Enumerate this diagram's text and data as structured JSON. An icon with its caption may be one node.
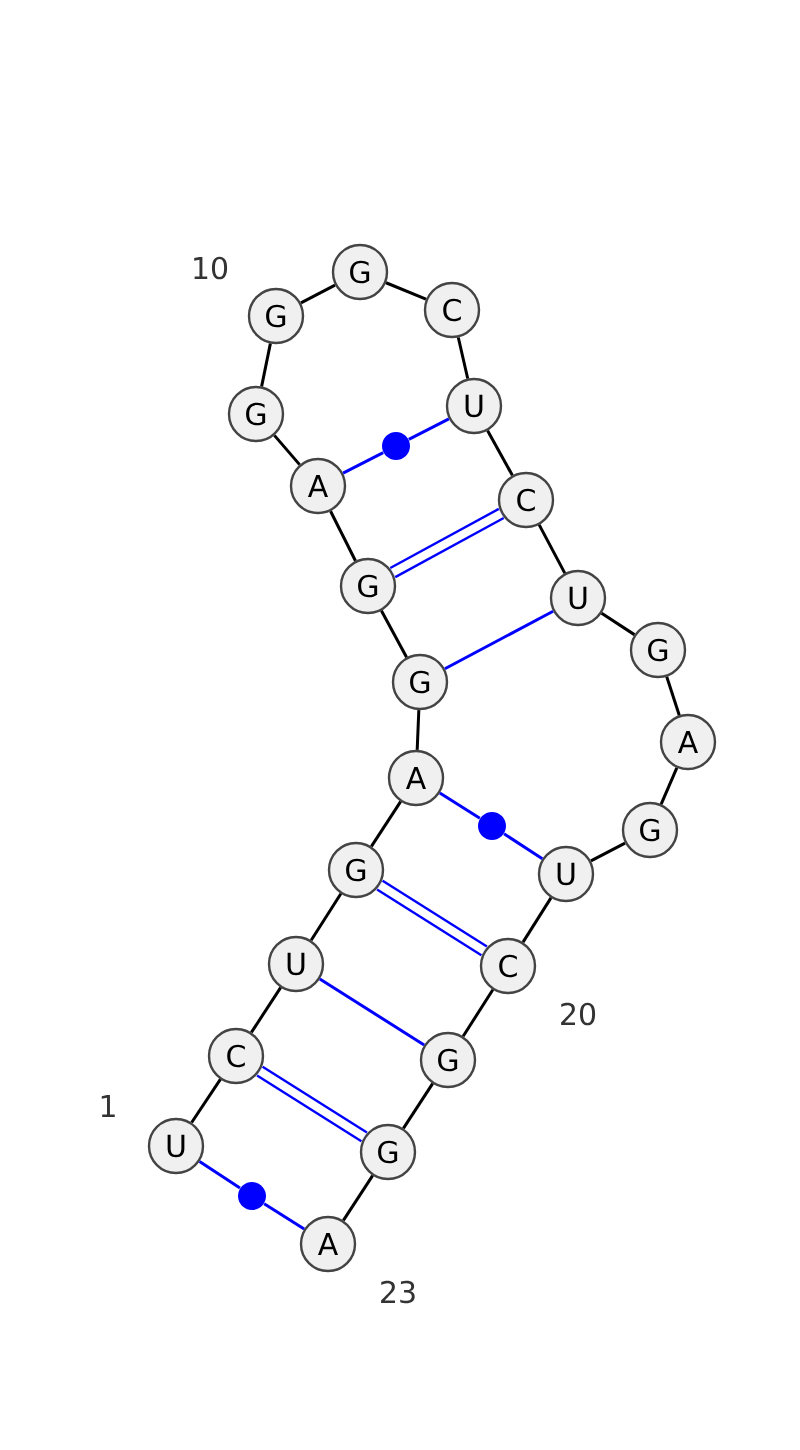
{
  "diagram": {
    "nodes": [
      {
        "text": [
          "U"
        ],
        "beside": [
          "1"
        ]
      },
      {
        "text": [
          "C"
        ]
      },
      {
        "text": [
          "U"
        ]
      },
      {
        "text": [
          "G"
        ]
      },
      {
        "text": [
          "A"
        ]
      },
      {
        "text": [
          "G"
        ]
      },
      {
        "text": [
          "G"
        ]
      },
      {
        "text": [
          "A"
        ]
      },
      {
        "text": [
          "G"
        ]
      },
      {
        "text": [
          "G"
        ],
        "beside": [
          "10"
        ]
      },
      {
        "text": [
          "G"
        ]
      },
      {
        "text": [
          "C"
        ]
      },
      {
        "text": [
          "U"
        ]
      },
      {
        "text": [
          "C"
        ]
      },
      {
        "text": [
          "U"
        ]
      },
      {
        "text": [
          "G"
        ]
      },
      {
        "text": [
          "A"
        ]
      },
      {
        "text": [
          "G"
        ]
      },
      {
        "text": [
          "U"
        ]
      },
      {
        "text": [
          "C"
        ],
        "beside": [
          "20"
        ]
      },
      {
        "text": [
          "G"
        ]
      },
      {
        "text": [
          "G"
        ]
      },
      {
        "text": [
          "A"
        ],
        "beside": [
          "23"
        ]
      },
      {
        "text": [],
        "shape": "circle"
      },
      {
        "text": [],
        "shape": "circle"
      },
      {
        "text": [],
        "shape": "circle"
      }
    ],
    "edges": [
      {
        "from": 0,
        "to": 1,
        "arrow": "none"
      },
      {
        "from": 1,
        "to": 2,
        "arrow": "none"
      },
      {
        "from": 2,
        "to": 3,
        "arrow": "none"
      },
      {
        "from": 3,
        "to": 4,
        "arrow": "none"
      },
      {
        "from": 4,
        "to": 5,
        "arrow": "none"
      },
      {
        "from": 5,
        "to": 6,
        "arrow": "none"
      },
      {
        "from": 6,
        "to": 7,
        "arrow": "none"
      },
      {
        "from": 7,
        "to": 8,
        "arrow": "none"
      },
      {
        "from": 8,
        "to": 9,
        "arrow": "none"
      },
      {
        "from": 9,
        "to": 10,
        "arrow": "none"
      },
      {
        "from": 10,
        "to": 11,
        "arrow": "none"
      },
      {
        "from": 11,
        "to": 12,
        "arrow": "none"
      },
      {
        "from": 12,
        "to": 13,
        "arrow": "none"
      },
      {
        "from": 13,
        "to": 14,
        "arrow": "none"
      },
      {
        "from": 14,
        "to": 15,
        "arrow": "none"
      },
      {
        "from": 15,
        "to": 16,
        "arrow": "none"
      },
      {
        "from": 16,
        "to": 17,
        "arrow": "none"
      },
      {
        "from": 17,
        "to": 18,
        "arrow": "none"
      },
      {
        "from": 18,
        "to": 19,
        "arrow": "none"
      },
      {
        "from": 19,
        "to": 20,
        "arrow": "none"
      },
      {
        "from": 20,
        "to": 21,
        "arrow": "none"
      },
      {
        "from": 21,
        "to": 22,
        "arrow": "none"
      },
      {
        "from": 0,
        "to": 23,
        "arrow": "none",
        "color": "#0000ff"
      },
      {
        "from": 23,
        "to": 22,
        "arrow": "none",
        "color": "#0000ff"
      },
      {
        "from": 1,
        "to": 21,
        "arrow": "none",
        "color": "#0000ff",
        "style": "thick"
      },
      {
        "from": 2,
        "to": 20,
        "arrow": "none",
        "color": "#0000ff"
      },
      {
        "from": 3,
        "to": 19,
        "arrow": "none",
        "color": "#0000ff",
        "style": "thick"
      },
      {
        "from": 4,
        "to": 24,
        "arrow": "none",
        "color": "#0000ff"
      },
      {
        "from": 24,
        "to": 18,
        "arrow": "none",
        "color": "#0000ff"
      },
      {
        "from": 5,
        "to": 14,
        "arrow": "none",
        "color": "#0000ff"
      },
      {
        "from": 6,
        "to": 13,
        "arrow": "none",
        "color": "#0000ff",
        "style": "thick"
      },
      {
        "from": 7,
        "to": 25,
        "arrow": "none",
        "color": "#0000ff"
      },
      {
        "from": 25,
        "to": 12,
        "arrow": "none",
        "color": "#0000ff"
      }
    ]
  }
}
